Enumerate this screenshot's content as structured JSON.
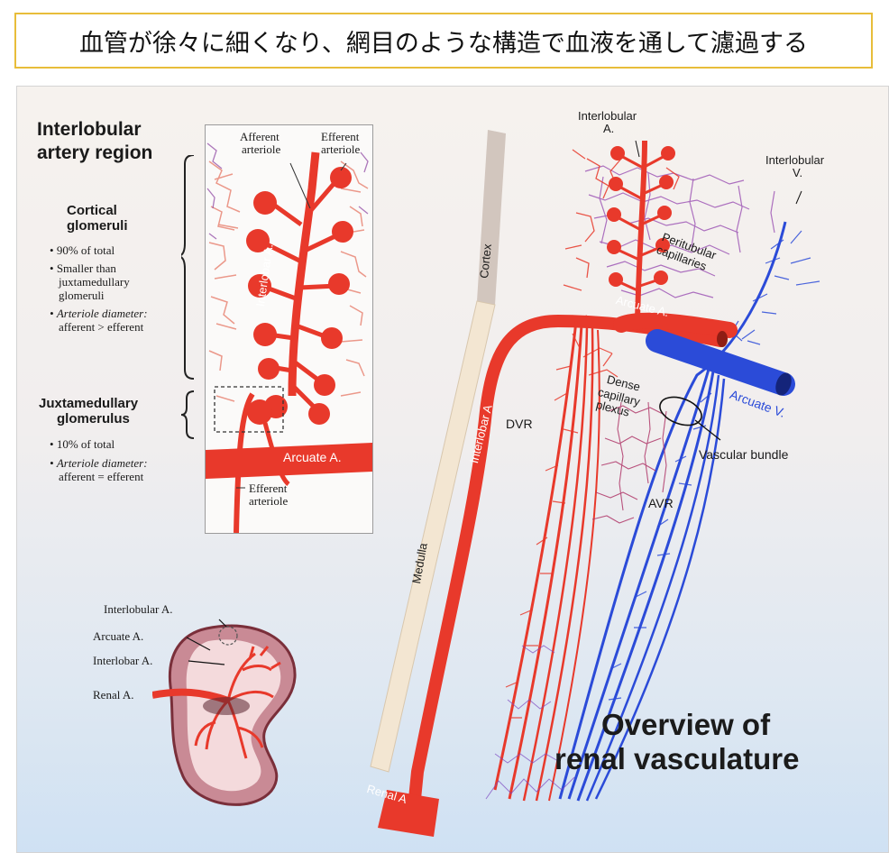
{
  "banner": {
    "text": "血管が徐々に細くなり、網目のような構造で血液を通して濾過する"
  },
  "legend": {
    "region_title_1": "Interlobular",
    "region_title_2": "artery region",
    "cortical_title_1": "Cortical",
    "cortical_title_2": "glomeruli",
    "cortical_bullets": [
      "90% of total",
      "Smaller than",
      "juxtamedullary",
      "glomeruli"
    ],
    "cortical_diam_label": "Arteriole diameter:",
    "cortical_diam_value": "afferent > efferent",
    "juxta_title_1": "Juxtamedullary",
    "juxta_title_2": "glomerulus",
    "juxta_bullet": "10% of total",
    "juxta_diam_label": "Arteriole diameter:",
    "juxta_diam_value": "afferent = efferent"
  },
  "inset": {
    "afferent_1": "Afferent",
    "afferent_2": "arteriole",
    "efferent_1": "Efferent",
    "efferent_2": "arteriole",
    "interlobar": "Interlobar A.",
    "arcuate": "Arcuate A.",
    "bottom_efferent_1": "Efferent",
    "bottom_efferent_2": "arteriole"
  },
  "kidney": {
    "interlobular": "Interlobular A.",
    "arcuate": "Arcuate A.",
    "interlobar": "Interlobar A.",
    "renal": "Renal A."
  },
  "main": {
    "cortex": "Cortex",
    "medulla": "Medulla",
    "interlobular_a_1": "Interlobular",
    "interlobular_a_2": "A.",
    "interlobular_v_1": "Interlobular",
    "interlobular_v_2": "V.",
    "peritubular_1": "Peritubular",
    "peritubular_2": "capillaries",
    "arcuate_a": "Arcuate A.",
    "arcuate_v": "Arcuate V.",
    "interlobar_a": "Interlobar A",
    "renal_a": "Renal A",
    "dvr": "DVR",
    "avr": "AVR",
    "dense_1": "Dense",
    "dense_2": "capillary",
    "dense_3": "plexus",
    "vascular_bundle": "Vascular bundle",
    "overview_1": "Overview of",
    "overview_2": "renal vasculature"
  },
  "colors": {
    "artery": "#e8392b",
    "vein": "#2b4bd8",
    "banner_border": "#e8bd3a"
  }
}
